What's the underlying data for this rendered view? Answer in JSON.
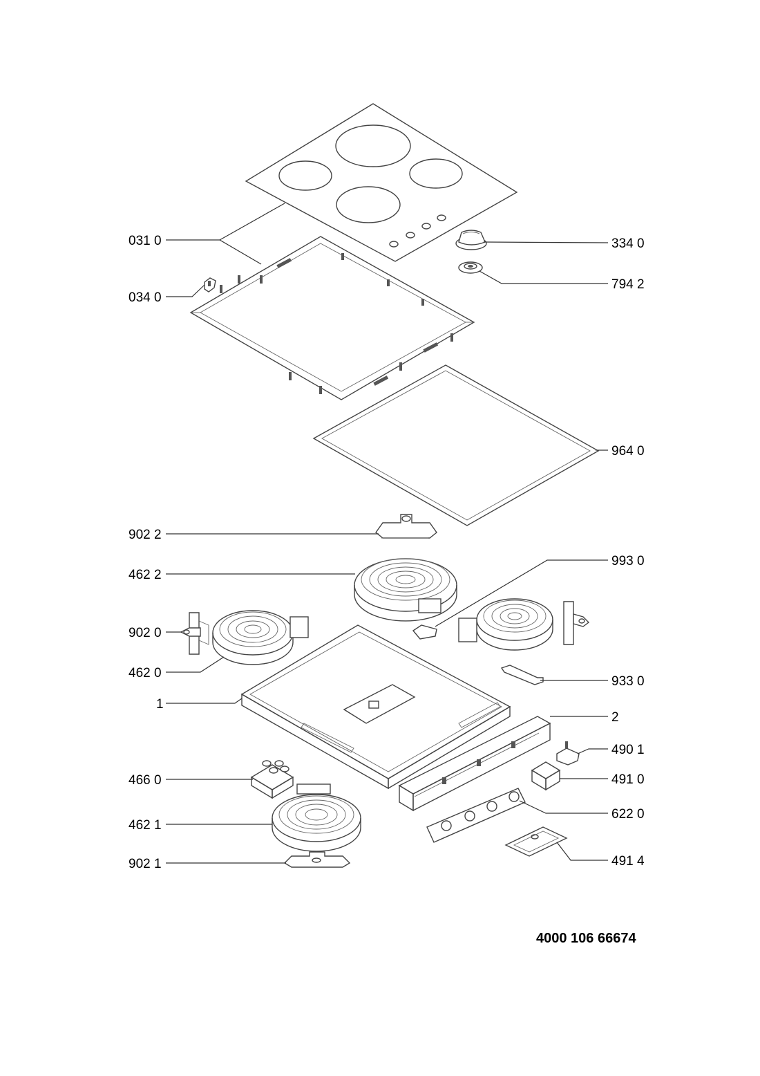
{
  "labels": {
    "glass_top": "031 0",
    "frame_clip": "034 0",
    "knob": "334 0",
    "knob_ring": "794 2",
    "gasket": "964 0",
    "bracket_top": "902 2",
    "plate_large": "462 2",
    "clip_right": "993 0",
    "bracket_left": "902 0",
    "plate_left": "462 0",
    "bracket_small": "933 0",
    "base_tray": "1",
    "control_housing": "2",
    "switch_small": "490 1",
    "switch_block": "491 0",
    "terminal_block": "466 0",
    "plate_bottom": "462 1",
    "regulators": "622 0",
    "bracket_bottom": "902 1",
    "cover_plate": "491 4"
  },
  "document_number": "4000 106 66674"
}
